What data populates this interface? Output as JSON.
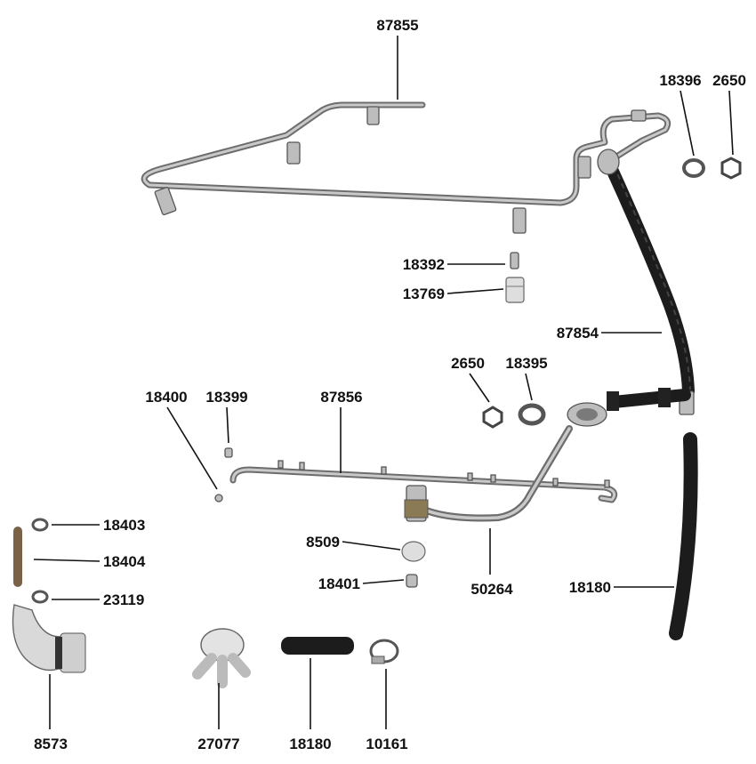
{
  "parts": {
    "p87855": "87855",
    "p18396": "18396",
    "p2650_top": "2650",
    "p18392": "18392",
    "p13769": "13769",
    "p87854": "87854",
    "p2650_mid": "2650",
    "p18395": "18395",
    "p18400": "18400",
    "p18399": "18399",
    "p87856": "87856",
    "p18403": "18403",
    "p18404": "18404",
    "p23119": "23119",
    "p8509": "8509",
    "p18401": "18401",
    "p50264": "50264",
    "p18180_right": "18180",
    "p8573": "8573",
    "p27077": "27077",
    "p18180_bottom": "18180",
    "p10161": "10161"
  }
}
